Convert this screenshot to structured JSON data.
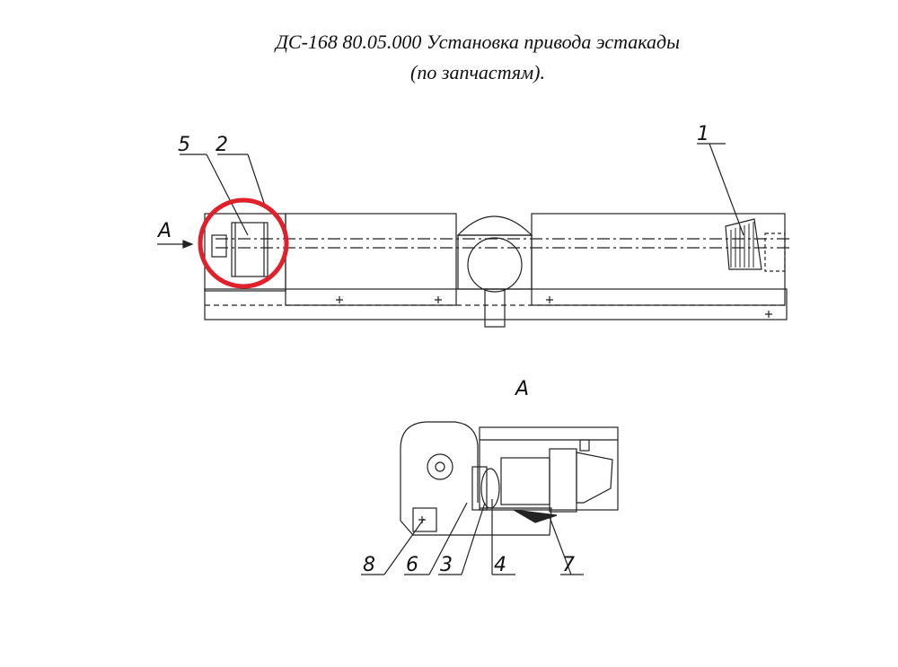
{
  "title_line1": "ДС-168 80.05.000 Установка привода эстакады",
  "title_line2": "(по запчастям).",
  "view_arrow_label": "А",
  "section_label": "А",
  "callouts_top": [
    "5",
    "2",
    "1"
  ],
  "callouts_bottom": [
    "8",
    "6",
    "3",
    "4",
    "7"
  ],
  "highlight_color": "#e0202a"
}
